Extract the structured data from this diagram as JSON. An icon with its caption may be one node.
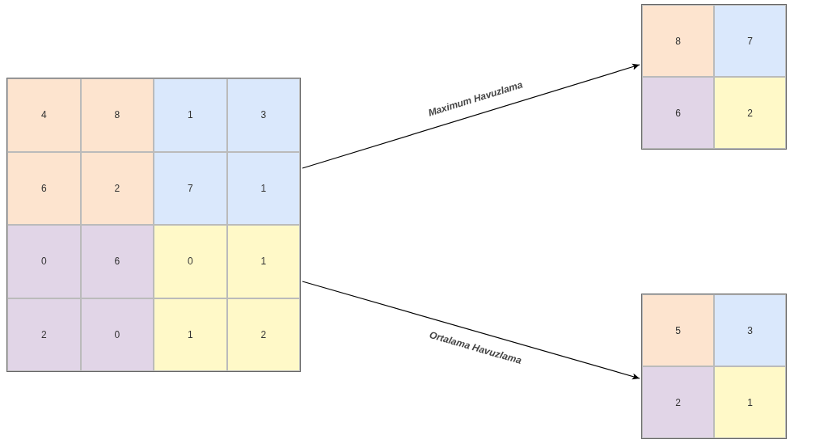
{
  "diagram": {
    "nodes": [
      {
        "text": [],
        "shape": "box"
      },
      {
        "text": [
          "4"
        ],
        "in": 0
      },
      {
        "text": [
          "8"
        ],
        "in": 0
      },
      {
        "text": [
          "1"
        ],
        "in": 0
      },
      {
        "text": [
          "3"
        ],
        "in": 0
      },
      {
        "text": [
          "6"
        ],
        "in": 0
      },
      {
        "text": [
          "2"
        ],
        "in": 0
      },
      {
        "text": [
          "7"
        ],
        "in": 0
      },
      {
        "text": [
          "1"
        ],
        "in": 0
      },
      {
        "text": [
          "0"
        ],
        "in": 0
      },
      {
        "text": [
          "6"
        ],
        "in": 0
      },
      {
        "text": [
          "0"
        ],
        "in": 0
      },
      {
        "text": [
          "1"
        ],
        "in": 0
      },
      {
        "text": [
          "2"
        ],
        "in": 0
      },
      {
        "text": [
          "0"
        ],
        "in": 0
      },
      {
        "text": [
          "1"
        ],
        "in": 0
      },
      {
        "text": [
          "2"
        ],
        "in": 0
      },
      {
        "text": [],
        "shape": "box"
      },
      {
        "text": [
          "8"
        ],
        "in": 17
      },
      {
        "text": [
          "7"
        ],
        "in": 17
      },
      {
        "text": [
          "6"
        ],
        "in": 17
      },
      {
        "text": [
          "2"
        ],
        "in": 17
      },
      {
        "text": [],
        "shape": "box"
      },
      {
        "text": [
          "5"
        ],
        "in": 22
      },
      {
        "text": [
          "3"
        ],
        "in": 22
      },
      {
        "text": [
          "2"
        ],
        "in": 22
      },
      {
        "text": [
          "1"
        ],
        "in": 22
      }
    ],
    "edges": [
      {
        "from": 0,
        "to": 17,
        "arrow": "to",
        "label": "Maximum Havuzlama"
      },
      {
        "from": 0,
        "to": 22,
        "arrow": "to",
        "label": "Ortalama Havuzlama"
      }
    ]
  }
}
